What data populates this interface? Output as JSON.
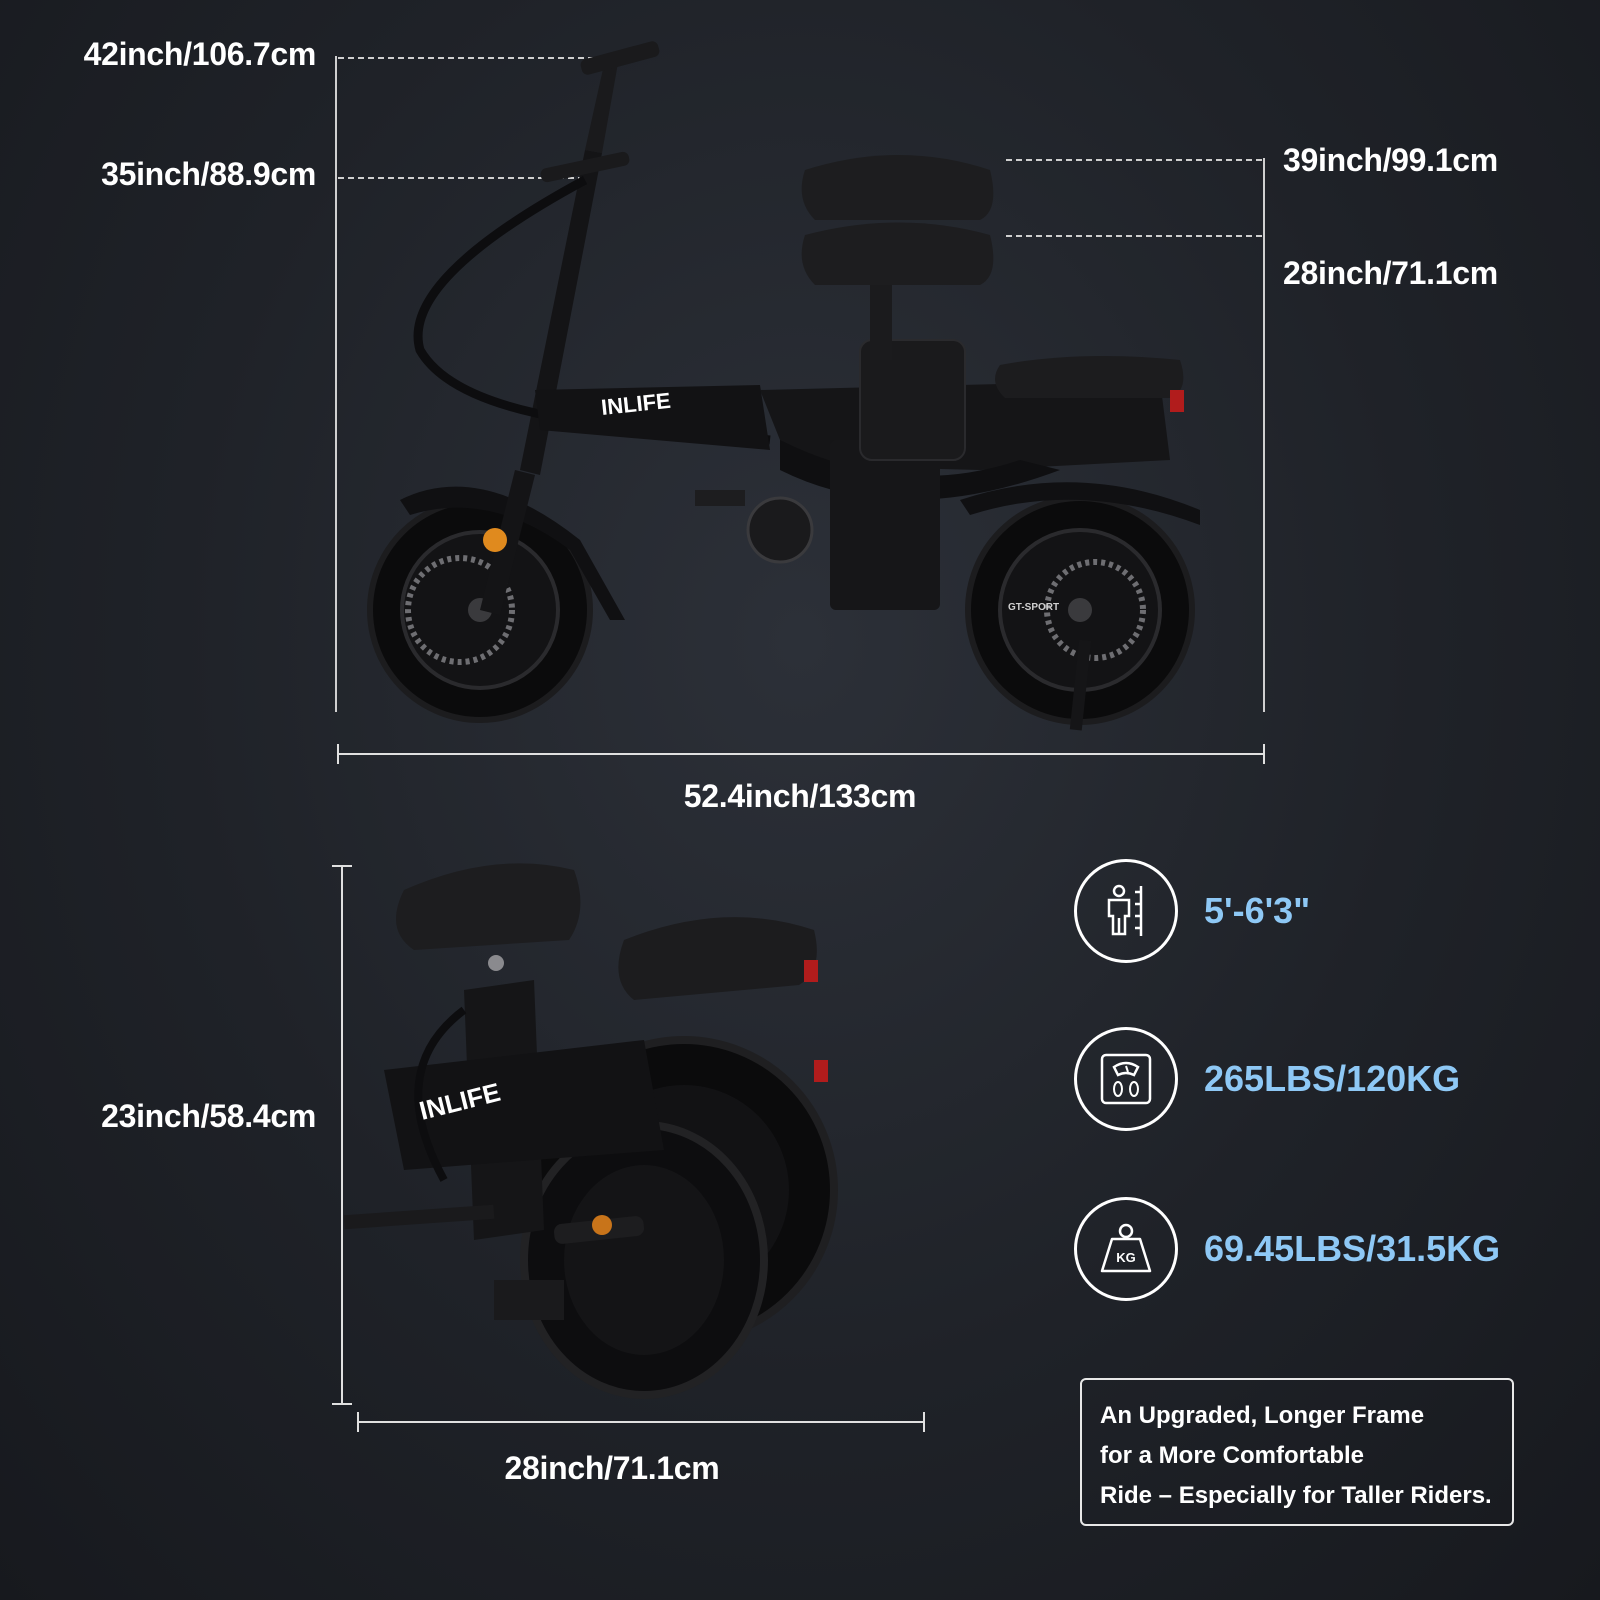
{
  "dimensions": {
    "height_max": "42inch/106.7cm",
    "height_min": "35inch/88.9cm",
    "seat_max": "39inch/99.1cm",
    "seat_min": "28inch/71.1cm",
    "length": "52.4inch/133cm",
    "folded_height": "23inch/58.4cm",
    "folded_length": "28inch/71.1cm"
  },
  "brand": {
    "frame_text": "INLIFE",
    "swingarm_text": "GT-SPORT"
  },
  "specs": [
    {
      "icon": "rider-height-icon",
      "value": "5'-6'3\""
    },
    {
      "icon": "scale-icon",
      "value": "265LBS/120KG"
    },
    {
      "icon": "weight-kg-icon",
      "value": "69.45LBS/31.5KG"
    }
  ],
  "note": {
    "lines": [
      "An Upgraded, Longer Frame",
      "for a More Comfortable",
      "Ride – Especially for Taller Riders."
    ]
  },
  "colors": {
    "accent": "#8ec8f5",
    "background": "#1f2228"
  }
}
